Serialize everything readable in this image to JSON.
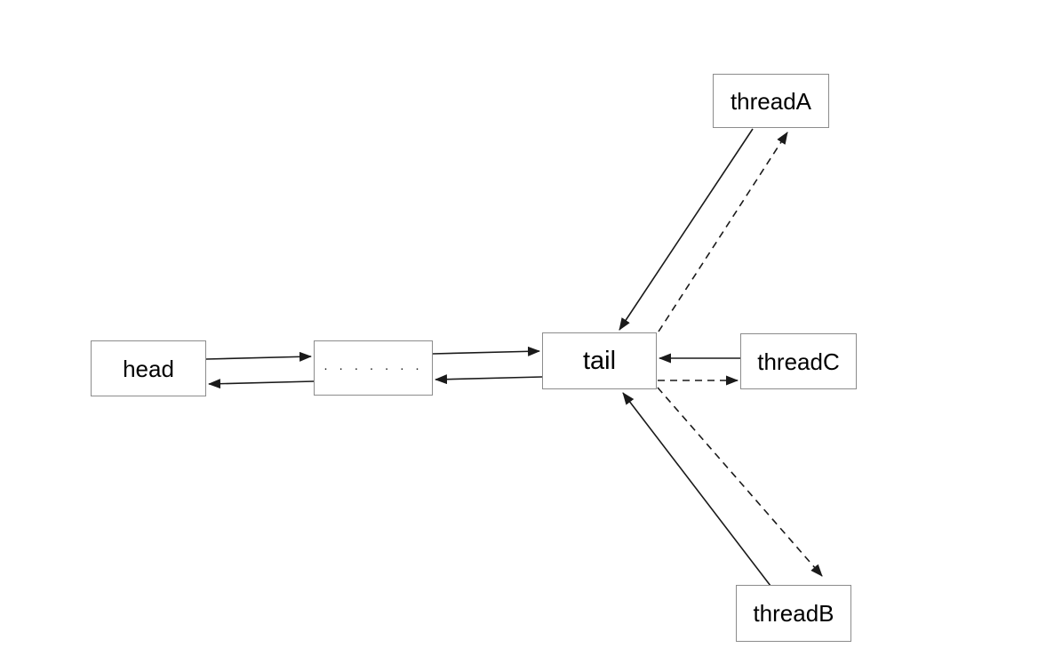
{
  "diagram": {
    "type": "doubly-linked-list-with-threads",
    "colors": {
      "background": "#ffffff",
      "box_fill": "#ffffff",
      "box_border": "#8c8c8c",
      "line": "#1a1a1a",
      "text": "#000000"
    },
    "nodes": {
      "head": {
        "label": "head"
      },
      "middle": {
        "label": "· · · · · · ·"
      },
      "tail": {
        "label": "tail"
      },
      "threadA": {
        "label": "threadA"
      },
      "threadC": {
        "label": "threadC"
      },
      "threadB": {
        "label": "threadB"
      }
    },
    "edges": [
      {
        "from": "head",
        "to": "middle",
        "style": "solid"
      },
      {
        "from": "middle",
        "to": "head",
        "style": "solid"
      },
      {
        "from": "middle",
        "to": "tail",
        "style": "solid"
      },
      {
        "from": "tail",
        "to": "middle",
        "style": "solid"
      },
      {
        "from": "threadA",
        "to": "tail",
        "style": "solid"
      },
      {
        "from": "tail",
        "to": "threadA",
        "style": "dashed"
      },
      {
        "from": "threadC",
        "to": "tail",
        "style": "solid"
      },
      {
        "from": "tail",
        "to": "threadC",
        "style": "dashed"
      },
      {
        "from": "threadB",
        "to": "tail",
        "style": "solid"
      },
      {
        "from": "tail",
        "to": "threadB",
        "style": "dashed"
      }
    ]
  }
}
